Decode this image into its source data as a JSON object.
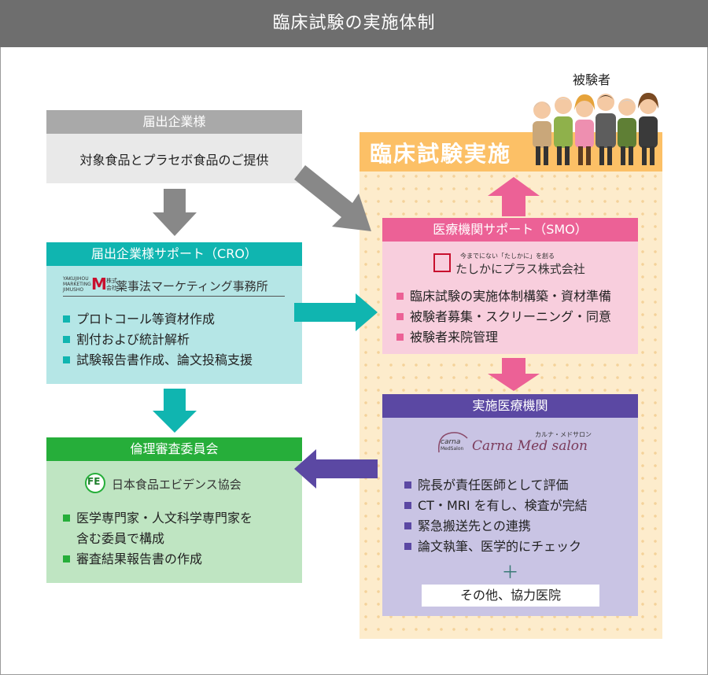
{
  "title": "臨床試験の実施体制",
  "subjects_label": "被験者",
  "trial_label": "臨床試験実施",
  "sponsor": {
    "header": "届出企業様",
    "body": "対象食品とプラセボ食品のご提供"
  },
  "cro": {
    "header": "届出企業様サポート（CRO）",
    "logo_small": [
      "YAKUJIHOU",
      "MARKETING",
      "JIMUSHO"
    ],
    "logo_mark": "M",
    "logo_kaisha": [
      "株式",
      "会社"
    ],
    "logo_name": "薬事法マーケティング事務所",
    "items": [
      "プロトコール等資材作成",
      "割付および統計解析",
      "試験報告書作成、論文投稿支援"
    ]
  },
  "smo": {
    "header": "医療機関サポート（SMO）",
    "logo_tagline": "今までにない「たしかに」を創る",
    "logo_name": "たしかにプラス株式会社",
    "items": [
      "臨床試験の実施体制構築・資材準備",
      "被験者募集・スクリーニング・同意",
      "被験者来院管理"
    ]
  },
  "ethics": {
    "header": "倫理審査委員会",
    "logo_mark": "FE",
    "logo_name": "日本食品エビデンス協会",
    "items": [
      "医学専門家・人文科学専門家を",
      "含む委員で構成",
      "審査結果報告書の作成"
    ]
  },
  "site": {
    "header": "実施医療機関",
    "logo_small": [
      "carna",
      "MedSalon"
    ],
    "logo_kana": "カルナ・メドサロン",
    "logo_name": "Carna Med salon",
    "items": [
      "院長が責任医師として評価",
      "CT・MRI を有し、検査が完結",
      "緊急搬送先との連携",
      "論文執筆、医学的にチェック"
    ],
    "plus": "＋",
    "other": "その他、協力医院"
  },
  "colors": {
    "gray_head": "#a9a9a9",
    "gray_body": "#e9e9e9",
    "teal_head": "#10b5b0",
    "teal_body": "#b5e6e6",
    "teal_arrow": "#10b5b0",
    "green_head": "#26ae3a",
    "green_body": "#bfe5c2",
    "pink_head": "#ec6196",
    "pink_body": "#f8cedd",
    "pink_arrow": "#ec6196",
    "purple_head": "#5b48a3",
    "purple_body": "#c9c4e4",
    "purple_arrow": "#5b48a3",
    "orange_head": "#fcc066"
  }
}
